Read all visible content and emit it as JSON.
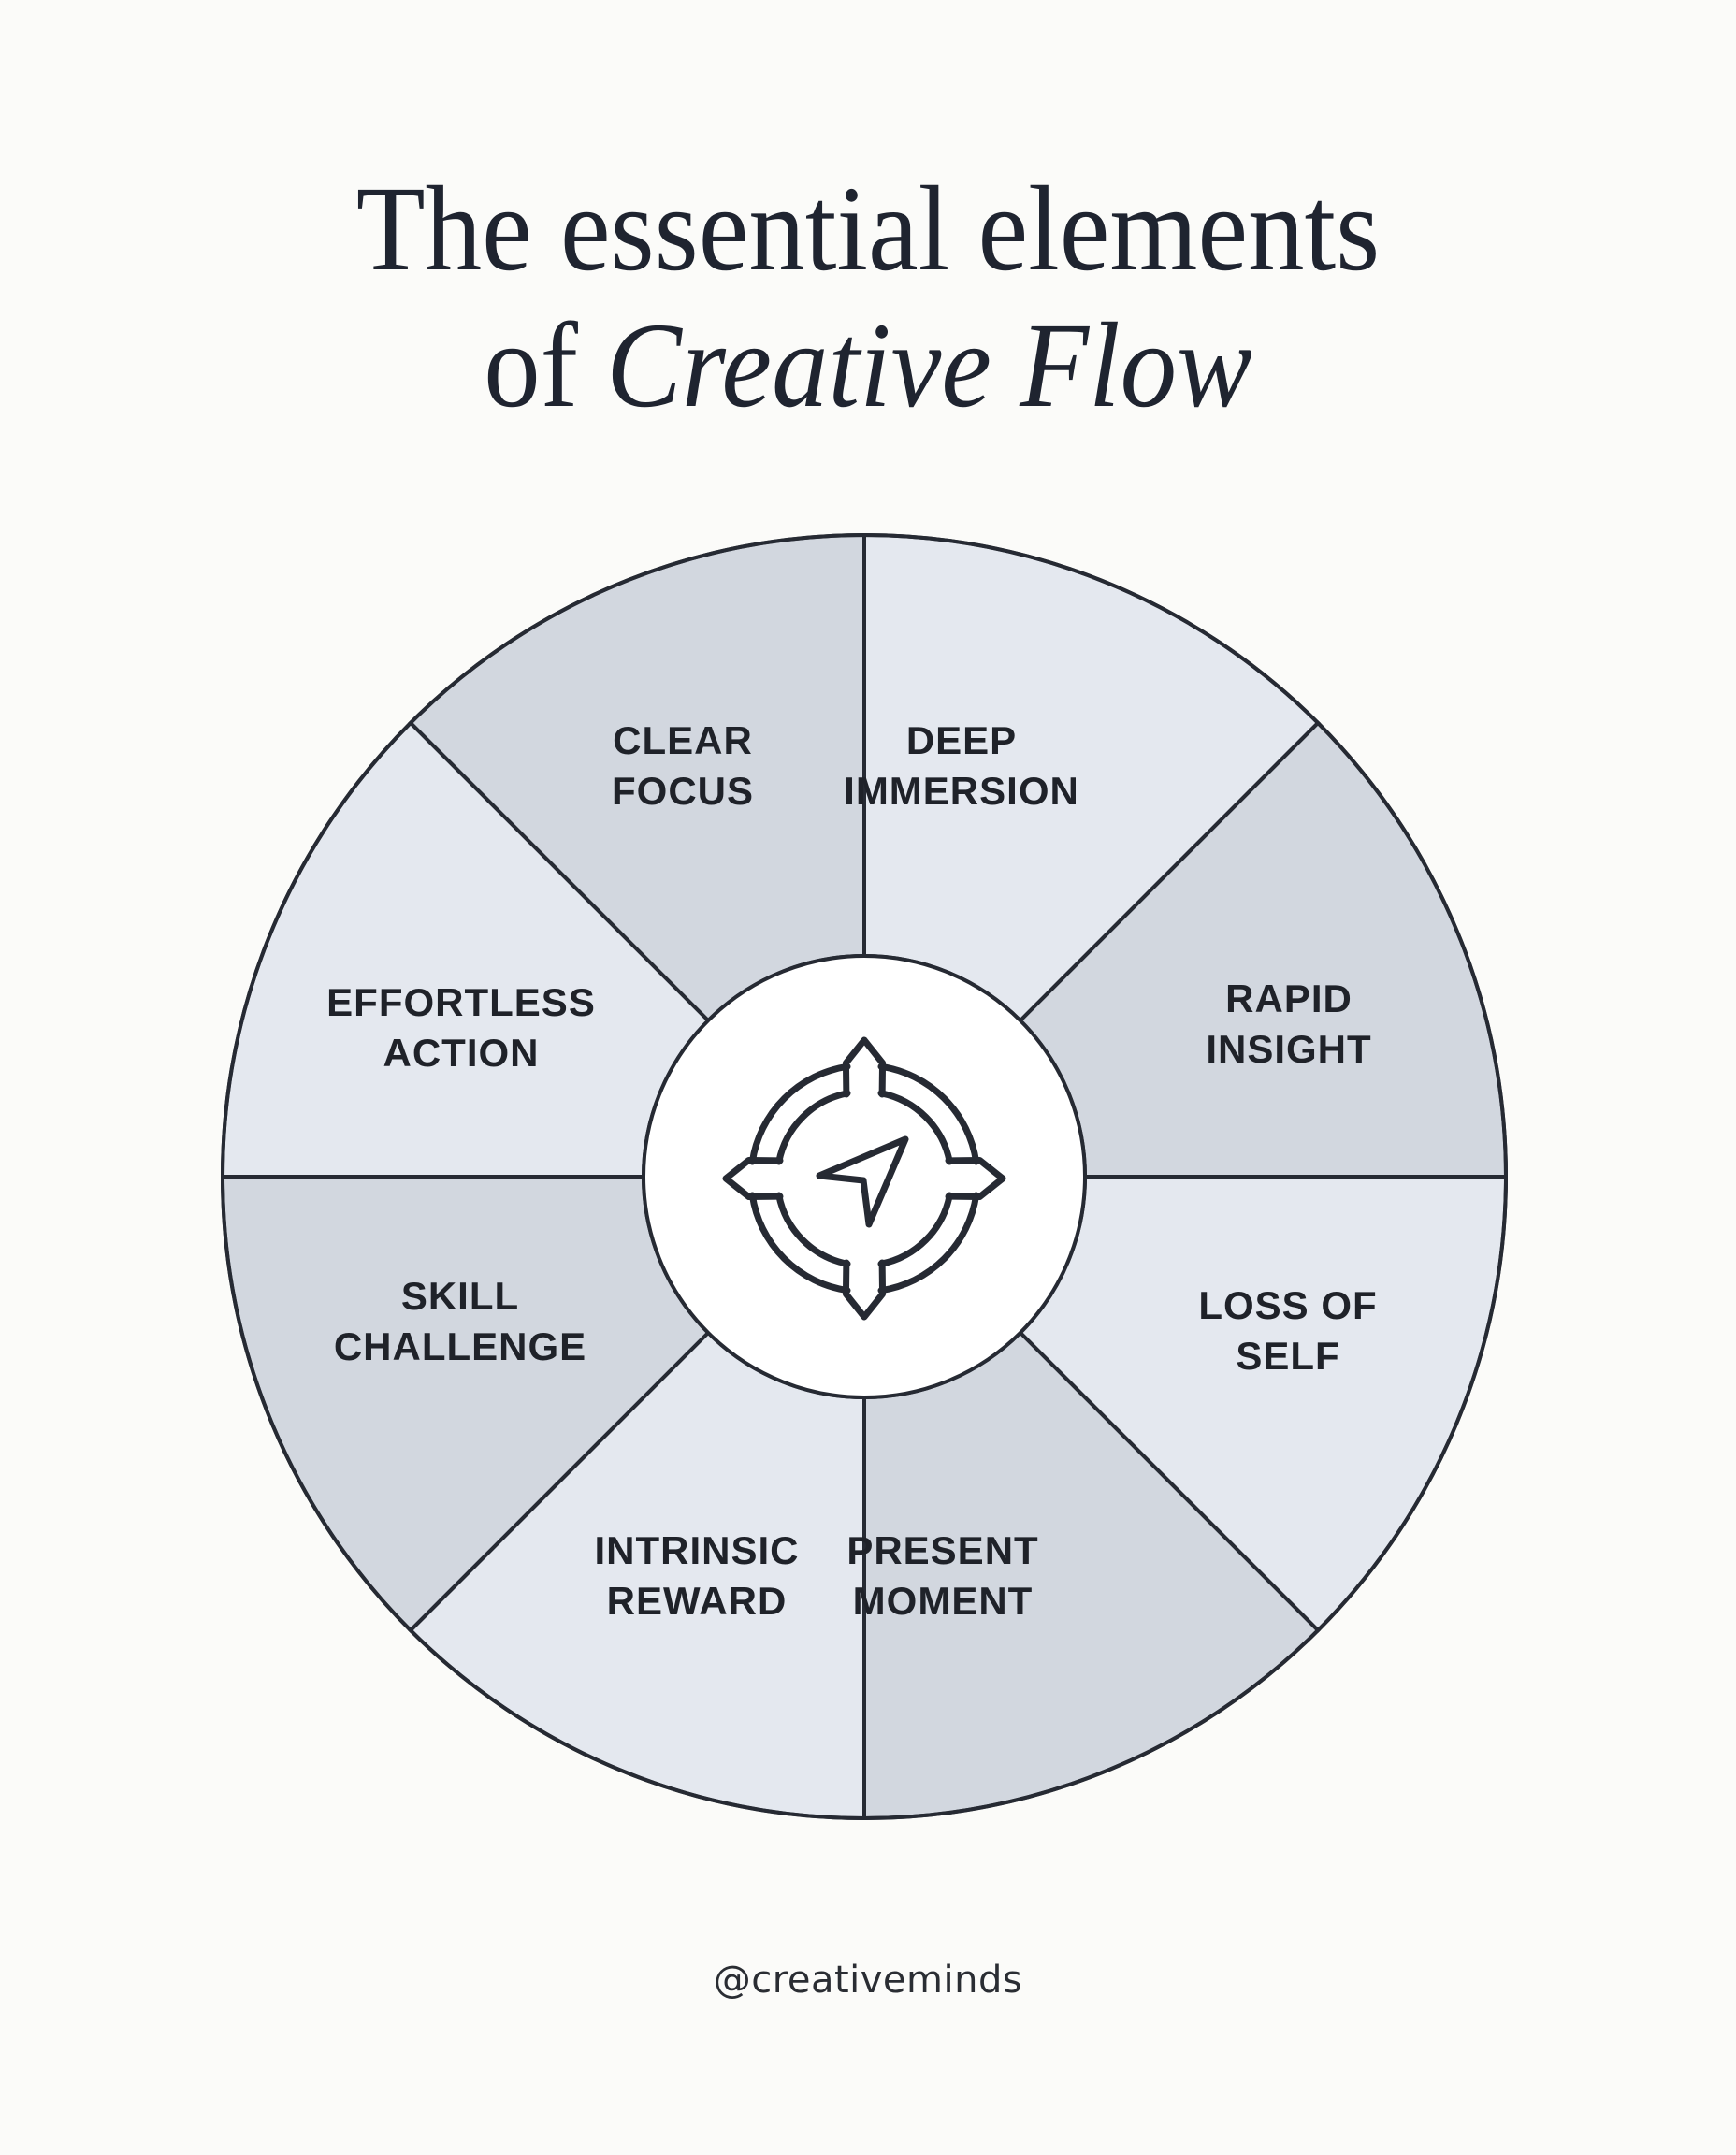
{
  "title": {
    "line1": "The essential elements",
    "line2_prefix": "of ",
    "line2_emphasis": "Creative Flow"
  },
  "wheel": {
    "center_icon": "compass-icon",
    "colors": {
      "dark_segment": "#d2d7df",
      "light_segment": "#e4e8ef",
      "stroke": "#262a33",
      "hub": "#ffffff"
    },
    "segments": [
      {
        "line1": "CLEAR",
        "line2": "FOCUS",
        "shade": "dark"
      },
      {
        "line1": "DEEP",
        "line2": "IMMERSION",
        "shade": "light"
      },
      {
        "line1": "RAPID",
        "line2": "INSIGHT",
        "shade": "dark"
      },
      {
        "line1": "LOSS OF",
        "line2": "SELF",
        "shade": "light"
      },
      {
        "line1": "PRESENT",
        "line2": "MOMENT",
        "shade": "dark"
      },
      {
        "line1": "INTRINSIC",
        "line2": "REWARD",
        "shade": "light"
      },
      {
        "line1": "SKILL",
        "line2": "CHALLENGE",
        "shade": "dark"
      },
      {
        "line1": "EFFORTLESS",
        "line2": "ACTION",
        "shade": "light"
      }
    ]
  },
  "footer": {
    "handle": "@creativeminds"
  }
}
